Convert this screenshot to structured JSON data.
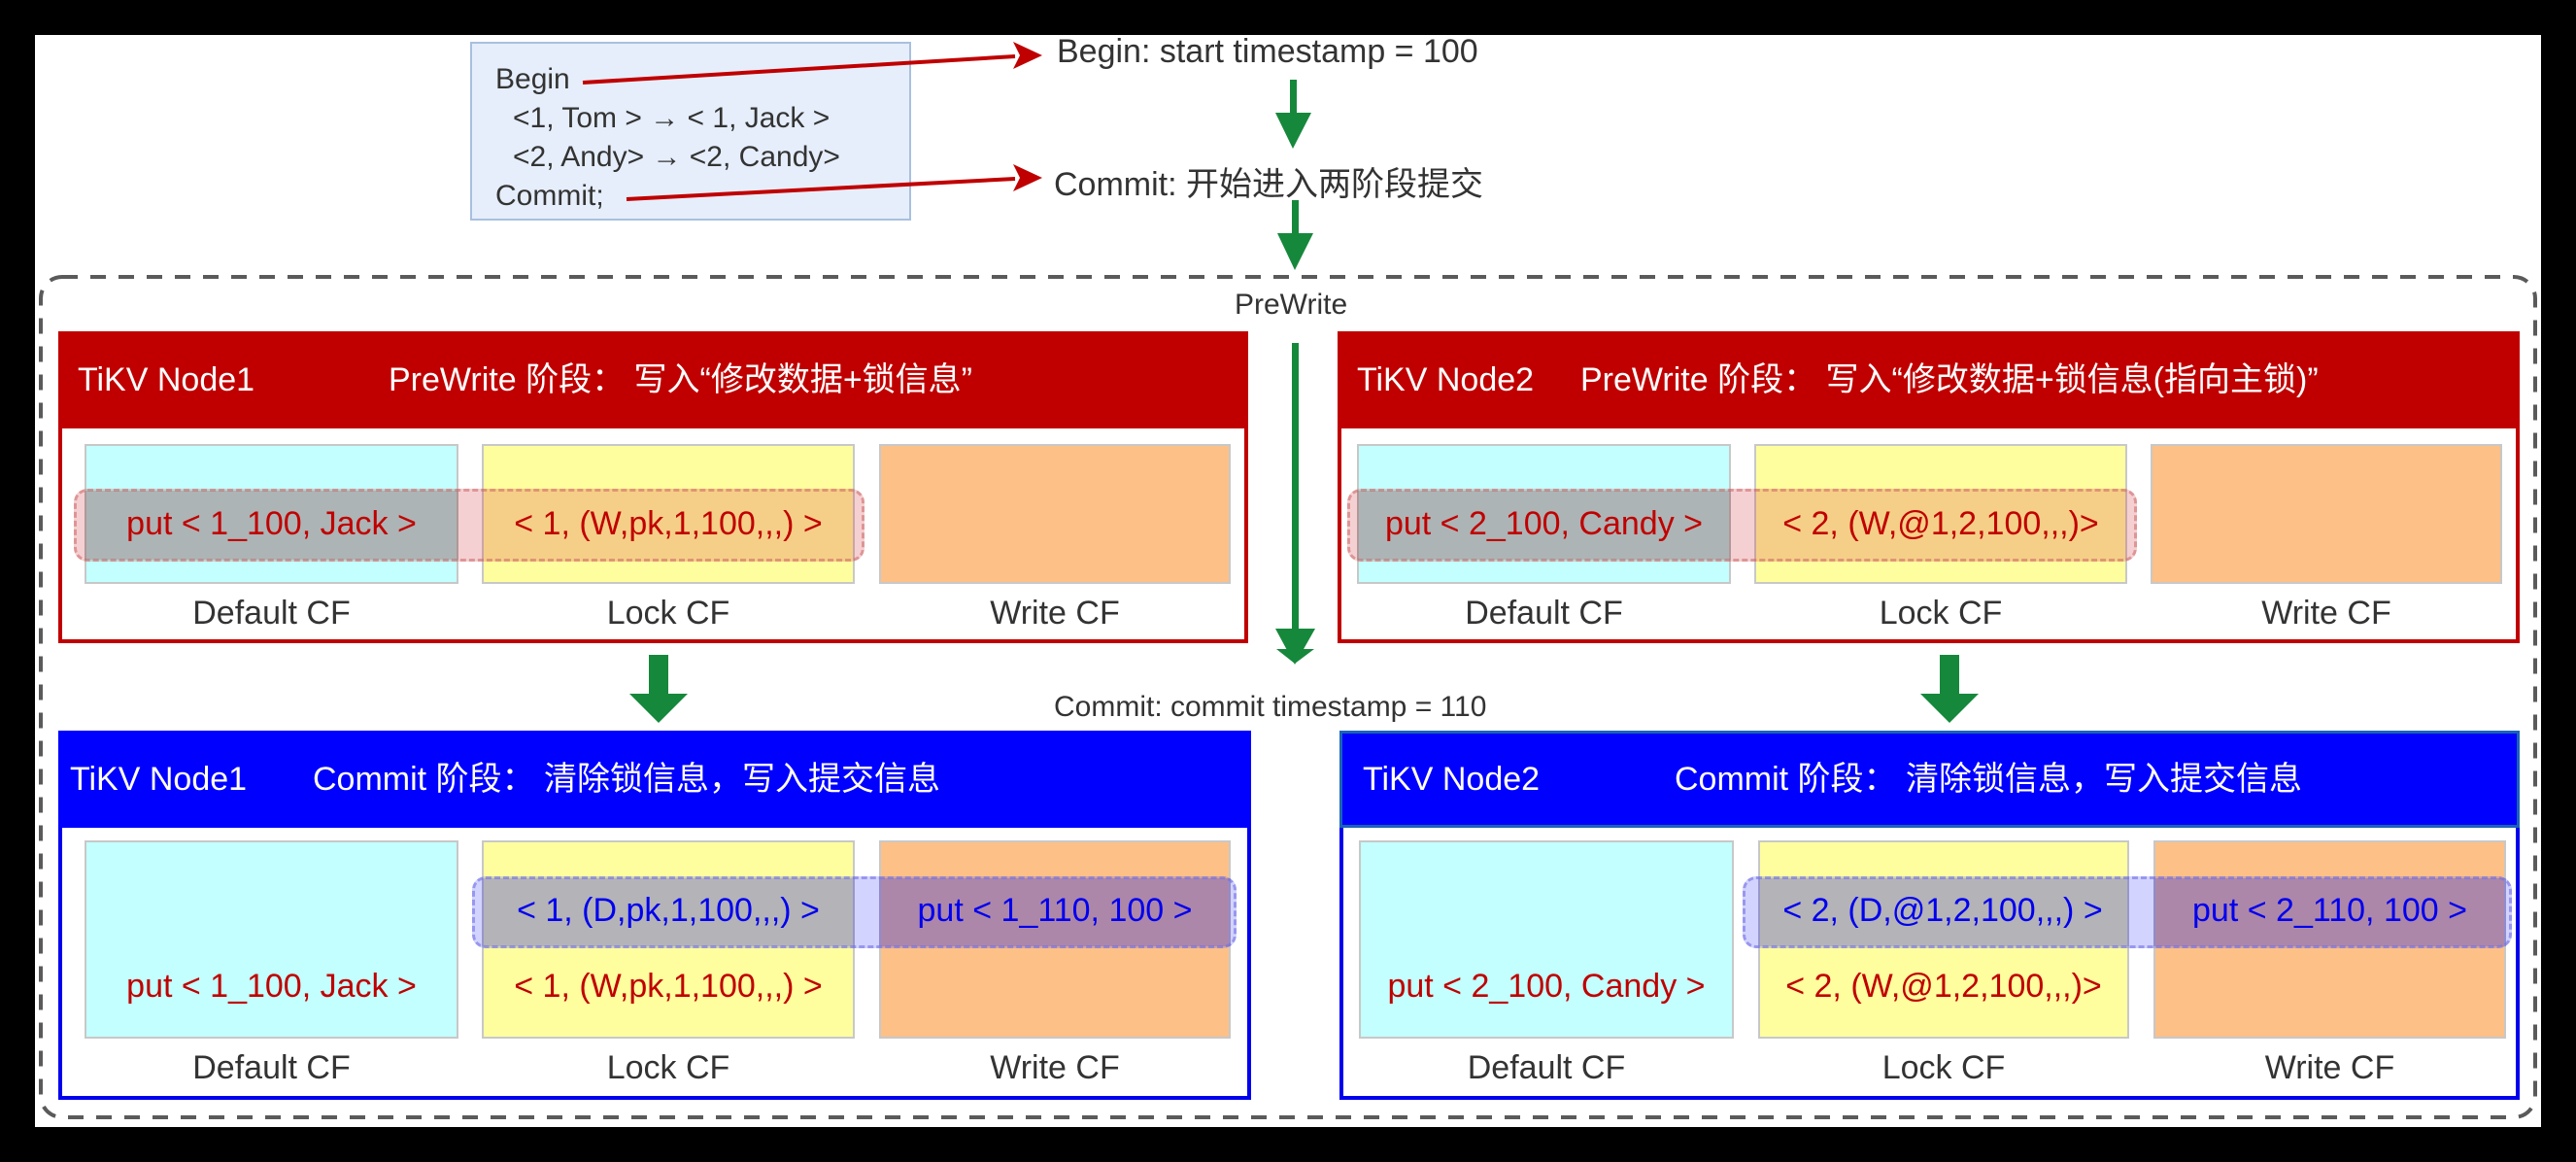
{
  "colors": {
    "prewrite_header": "#c00000",
    "commit_header": "#0000ff",
    "default_cf": "#c2fffe",
    "lock_cf": "#fffe9f",
    "write_cf": "#fdc087",
    "flow_arrow": "#16883c",
    "link_arrow": "#c00000",
    "entry_red": "#c00000",
    "entry_blue": "#0000ee"
  },
  "transaction": {
    "lines": [
      "Begin",
      "<1, Tom > → < 1, Jack >",
      "<2, Andy> → <2, Candy>",
      "Commit;"
    ]
  },
  "flow": {
    "begin_label": "Begin: start timestamp = 100",
    "commit_label": "Commit: 开始进入两阶段提交",
    "prewrite_label": "PreWrite",
    "commit_ts_label": "Commit: commit timestamp = 110"
  },
  "cf_labels": {
    "default": "Default CF",
    "lock": "Lock CF",
    "write": "Write CF"
  },
  "prewrite": {
    "node1": {
      "title": "TiKV Node1",
      "phase": "PreWrite 阶段： 写入“修改数据+锁信息”",
      "default_entry": "put < 1_100, Jack >",
      "lock_entry": "< 1, (W,pk,1,100,,,) >"
    },
    "node2": {
      "title": "TiKV Node2",
      "phase": "PreWrite 阶段： 写入“修改数据+锁信息(指向主锁)”",
      "default_entry": "put < 2_100, Candy >",
      "lock_entry": "< 2, (W,@1,2,100,,,)>"
    }
  },
  "commit": {
    "node1": {
      "title": "TiKV Node1",
      "phase": "Commit 阶段： 清除锁信息，写入提交信息",
      "default_entry": "put < 1_100, Jack >",
      "lock_delete_entry": "< 1, (D,pk,1,100,,,) >",
      "lock_entry": "< 1, (W,pk,1,100,,,) >",
      "write_entry": "put < 1_110, 100 >"
    },
    "node2": {
      "title": "TiKV Node2",
      "phase": "Commit 阶段： 清除锁信息，写入提交信息",
      "default_entry": "put < 2_100, Candy >",
      "lock_delete_entry": "< 2, (D,@1,2,100,,,) >",
      "lock_entry": "< 2, (W,@1,2,100,,,)>",
      "write_entry": "put < 2_110, 100 >"
    }
  }
}
